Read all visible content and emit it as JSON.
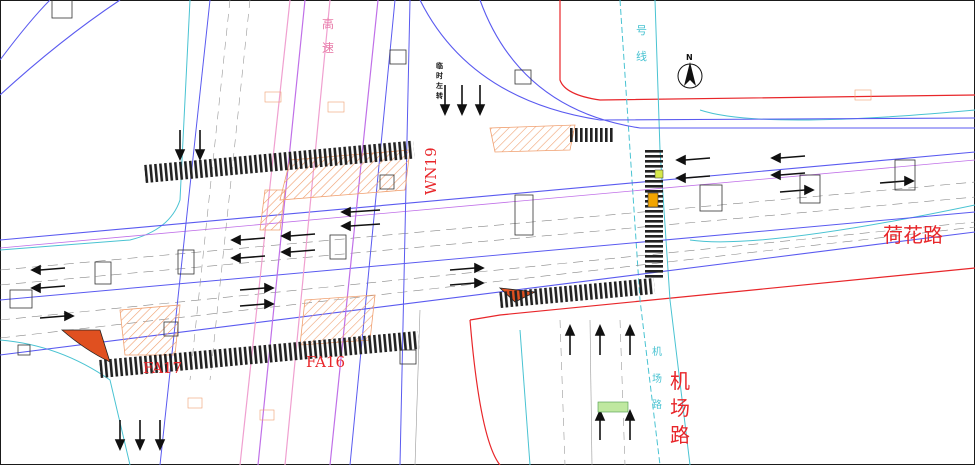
{
  "labels": {
    "road_hehua": "荷花路",
    "road_jichang_1": "机",
    "road_jichang_2": "场",
    "road_jichang_3": "路",
    "mark_wn19": "WN19",
    "mark_fa16": "FA16",
    "mark_fa17": "FA17",
    "north": "N",
    "gaosu_1": "高",
    "gaosu_2": "速",
    "line_1": "号",
    "line_2": "线",
    "ji_1": "机",
    "ji_2": "场",
    "ji_3": "路",
    "exit_1": "临",
    "exit_2": "时",
    "exit_3": "左",
    "exit_4": "转"
  },
  "colors": {
    "road_edge": "#e8262a",
    "route_blue": "#5a5af0",
    "route_purple": "#c070e8",
    "route_pink": "#f0a0d0",
    "cyan": "#49c3d2",
    "hatch": "#f0a070",
    "label_red": "#e8262a",
    "frame": "#1a1a1a"
  }
}
